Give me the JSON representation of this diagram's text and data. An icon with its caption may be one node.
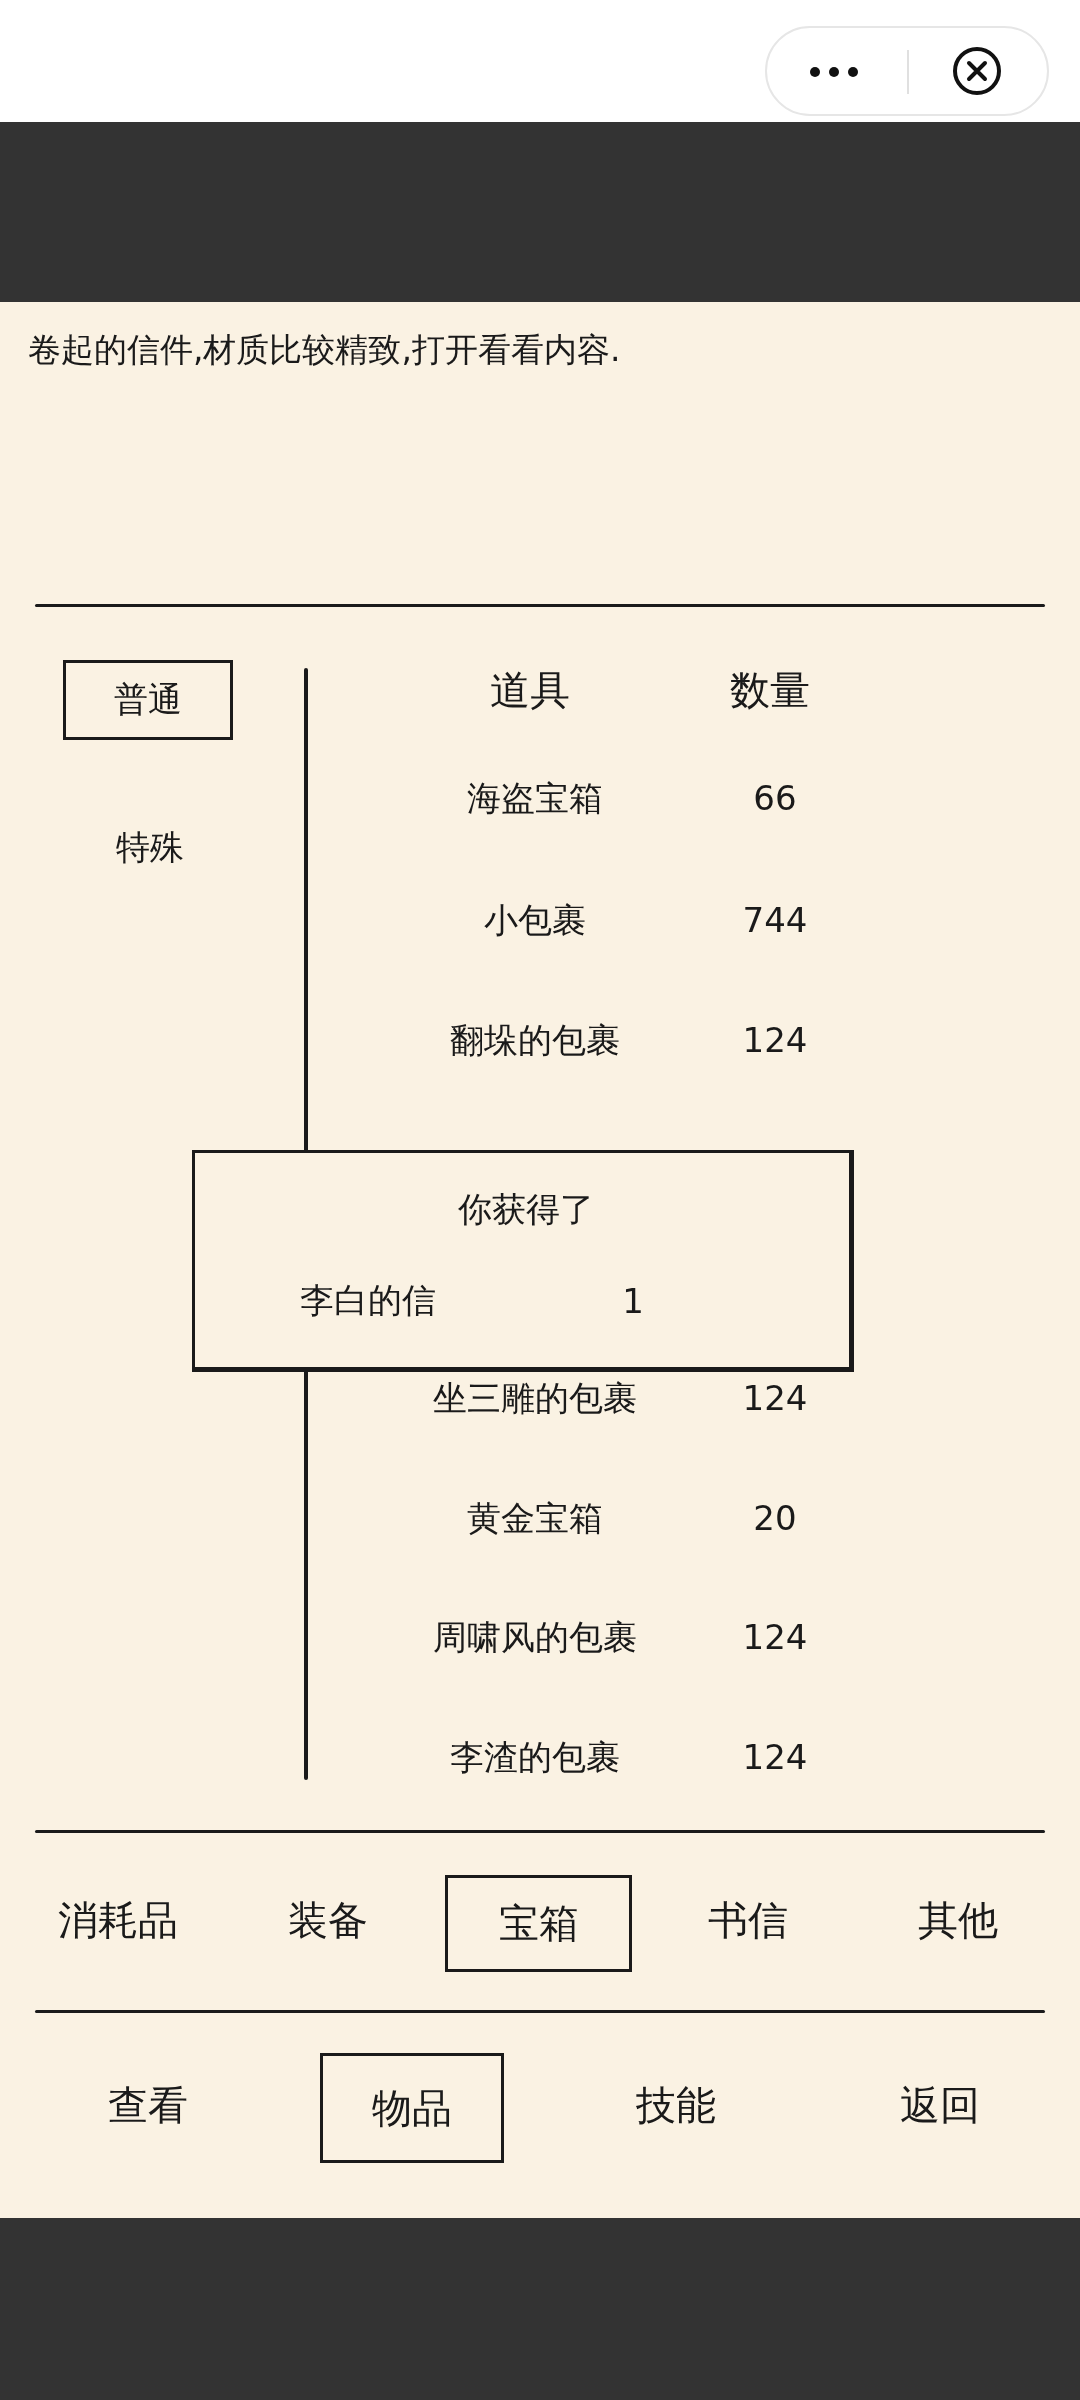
{
  "diagram": {
    "nodes": [
      {
        "text": [
          "普通"
        ]
      },
      {
        "text": [
          "你获得了",
          "李白的信",
          "1"
        ]
      },
      {
        "text": [
          "宝箱"
        ]
      },
      {
        "text": [
          "物品"
        ]
      }
    ],
    "labels": [
      "卷起的信件,材质比较精致,打开看看内容.",
      "特殊",
      "道具",
      "数量",
      "海盗宝箱",
      "66",
      "小包裹",
      "744",
      "翻垛的包裹",
      "124",
      "坐三雕的包裹",
      "124",
      "黄金宝箱",
      "20",
      "周啸风的包裹",
      "124",
      "李渣的包裹",
      "124",
      "消耗品",
      "装备",
      "书信",
      "其他",
      "查看",
      "技能",
      "返回"
    ]
  }
}
